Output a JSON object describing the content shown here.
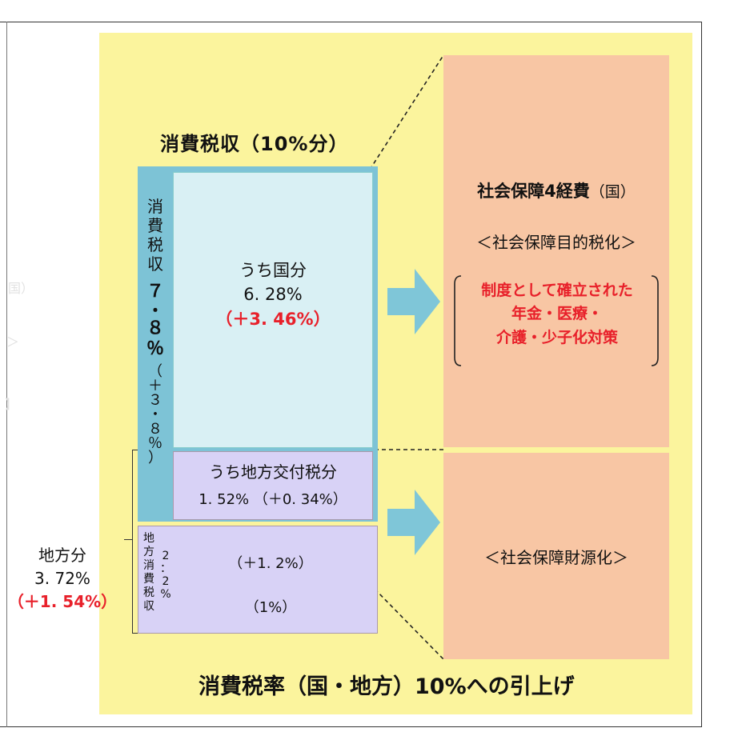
{
  "diagram": {
    "top_title": "消費税収（10%分）",
    "bottom_title": "消費税率（国・地方）10%への引上げ",
    "left_vertical_label": [
      "消",
      "費",
      "税",
      "収",
      "７",
      "・",
      "８",
      "％",
      "（",
      "＋",
      "３",
      "・",
      "８",
      "％",
      "）"
    ],
    "national": {
      "title": "うち国分",
      "value": "6. 28%",
      "increase": "（＋3. 46%）"
    },
    "local_grant": {
      "title": "うち地方交付税分",
      "value": "1. 52% （＋0. 34%）"
    },
    "local_consumption": {
      "vertical_label": [
        "地",
        "方",
        "消",
        "費",
        "税",
        "収"
      ],
      "vertical_pct": [
        "2",
        "：",
        "2",
        "%"
      ],
      "increase": "（＋1. 2%）",
      "base": "（1%）"
    },
    "local_side": {
      "title": "地方分",
      "value": "3. 72%",
      "increase": "（＋1. 54%）"
    },
    "social_security": {
      "title": "社会保障4経費",
      "title_suffix": "（国）",
      "subtitle": "＜社会保障目的税化＞",
      "red_lines": [
        "制度として確立された",
        "年金・医療・",
        "介護・少子化対策"
      ]
    },
    "funding": {
      "label": "＜社会保障財源化＞"
    },
    "ghost_left": [
      "国）",
      "＞",
      "】"
    ],
    "colors": {
      "background": "#fbf49d",
      "target_box": "#f8c6a4",
      "blue_band": "#7dc3d6",
      "national_box": "#d9f0f4",
      "local_box": "#d8d2f6",
      "arrow": "#7fc6d8",
      "accent_red": "#e8202a"
    }
  }
}
